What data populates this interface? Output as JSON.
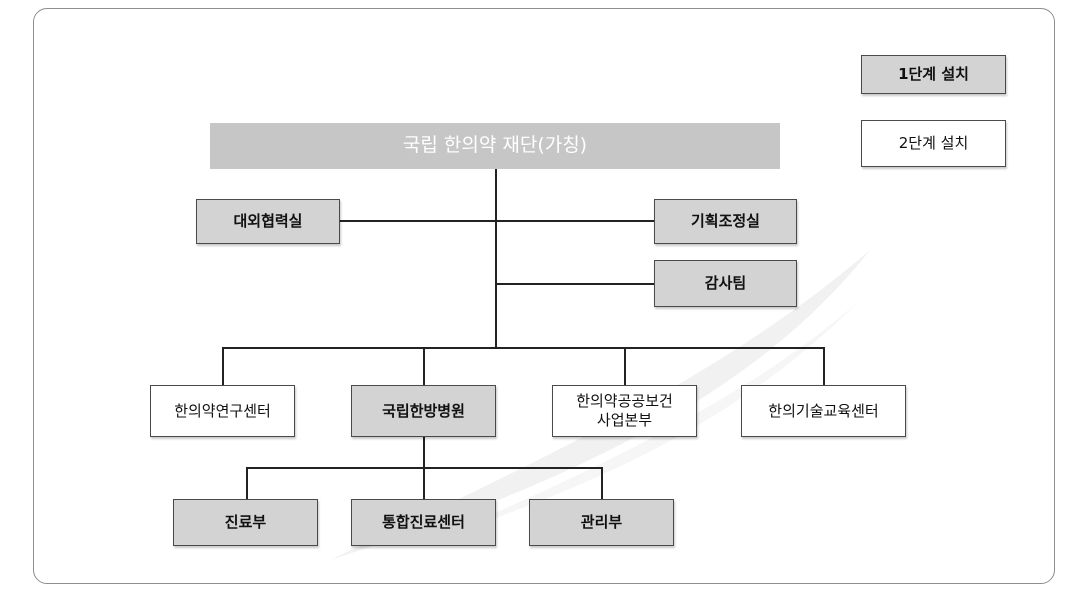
{
  "legend": {
    "stage1": "1단계 설치",
    "stage2": "2단계 설치"
  },
  "root": "국립 한의약 재단(가칭)",
  "staff": {
    "left": "대외협력실",
    "right": "기획조정실",
    "audit": "감사팀"
  },
  "divisions": [
    {
      "label": "한의약연구센터",
      "stage": 2
    },
    {
      "label": "국립한방병원",
      "stage": 1
    },
    {
      "label": "한의약공공보건\n사업본부",
      "stage": 2
    },
    {
      "label": "한의기술교육센터",
      "stage": 2
    }
  ],
  "hospital_units": [
    {
      "label": "진료부",
      "stage": 1
    },
    {
      "label": "통합진료센터",
      "stage": 1
    },
    {
      "label": "관리부",
      "stage": 1
    }
  ],
  "colors": {
    "stage1_fill": "#d3d3d3",
    "stage2_fill": "#ffffff",
    "root_fill": "#c6c6c6",
    "line": "#222222"
  }
}
